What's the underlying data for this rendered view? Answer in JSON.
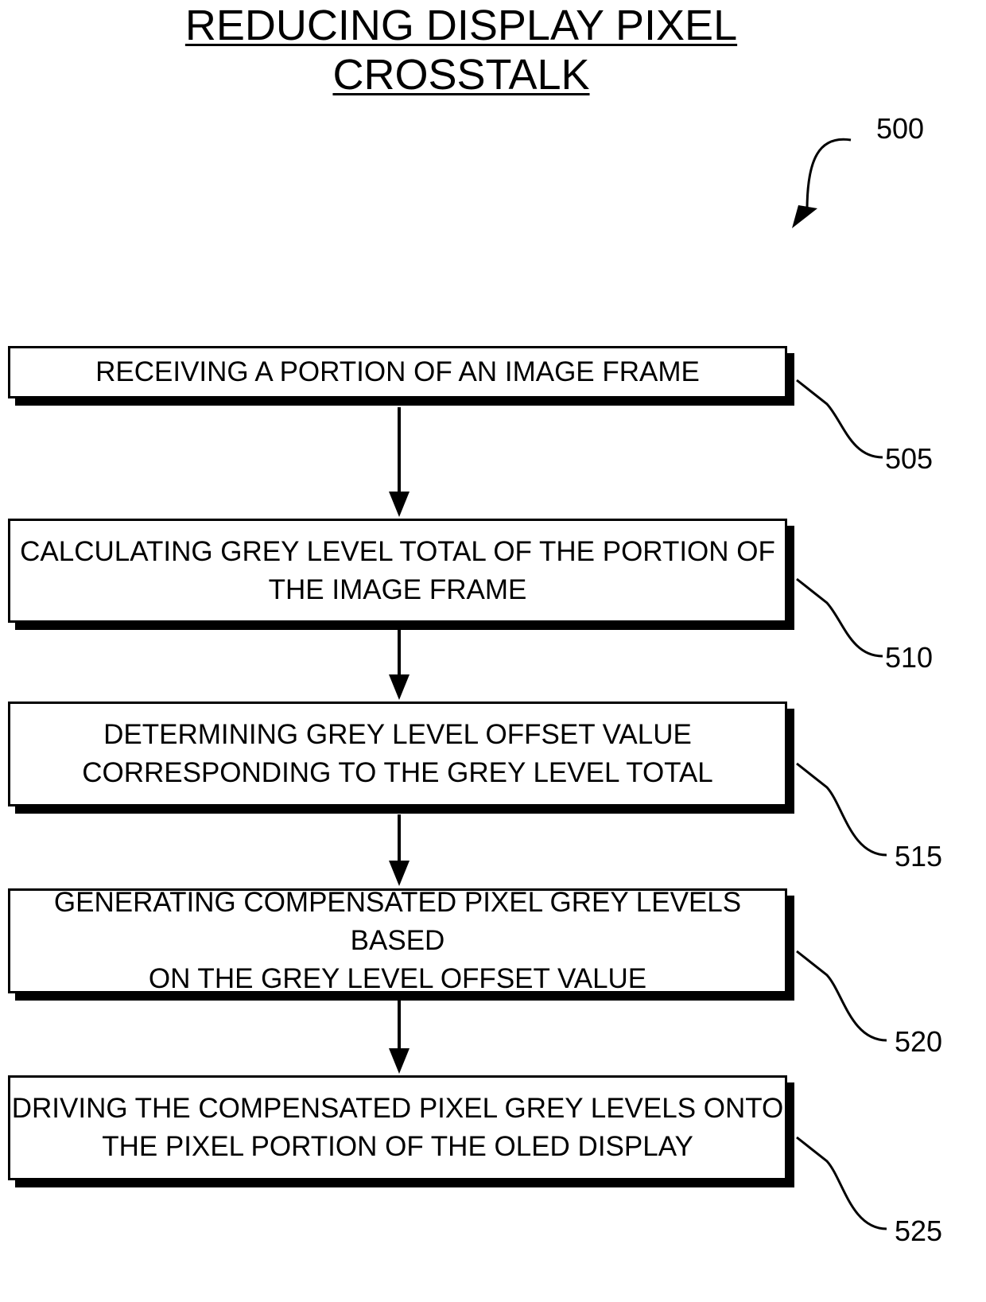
{
  "title": {
    "line1": "REDUCING DISPLAY PIXEL",
    "line2": "CROSSTALK"
  },
  "figure_ref": "500",
  "steps": [
    {
      "ref": "505",
      "lines": [
        "RECEIVING A PORTION OF AN IMAGE FRAME"
      ]
    },
    {
      "ref": "510",
      "lines": [
        "CALCULATING GREY LEVEL TOTAL OF THE PORTION OF",
        "THE IMAGE FRAME"
      ]
    },
    {
      "ref": "515",
      "lines": [
        "DETERMINING GREY LEVEL OFFSET VALUE",
        "CORRESPONDING TO THE GREY LEVEL TOTAL"
      ]
    },
    {
      "ref": "520",
      "lines": [
        "GENERATING COMPENSATED PIXEL GREY LEVELS BASED",
        "ON THE GREY LEVEL OFFSET VALUE"
      ]
    },
    {
      "ref": "525",
      "lines": [
        "DRIVING THE COMPENSATED PIXEL GREY LEVELS ONTO",
        "THE PIXEL PORTION OF THE OLED DISPLAY"
      ]
    }
  ]
}
